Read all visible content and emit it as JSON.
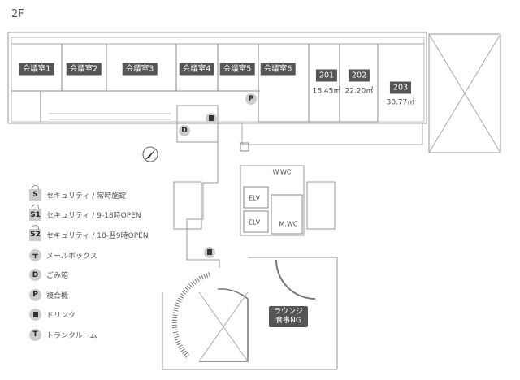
{
  "floor_label": "2F",
  "rooms": {
    "meeting1": "会議室1",
    "meeting2": "会議室2",
    "meeting3": "会議室3",
    "meeting4": "会議室4",
    "meeting5": "会議室5",
    "meeting6": "会議室6",
    "r201": {
      "number": "201",
      "area": "16.45㎡"
    },
    "r202": {
      "number": "202",
      "area": "22.20㎡"
    },
    "r203": {
      "number": "203",
      "area": "30.77㎡"
    },
    "wwc": "W.WC",
    "mwc": "M.WC",
    "elv": "ELV",
    "lounge": {
      "line1": "ラウンジ",
      "line2": "食事NG"
    }
  },
  "markers": {
    "printer": "P",
    "trash": "D"
  },
  "legend": [
    {
      "icon": "S",
      "label": "セキュリティ / 常時施錠"
    },
    {
      "icon": "S1",
      "label": "セキュリティ / 9-18時OPEN"
    },
    {
      "icon": "S2",
      "label": "セキュリティ / 18-翌9時OPEN"
    },
    {
      "icon": "〒",
      "label": "メールボックス"
    },
    {
      "icon": "D",
      "label": "ごみ箱"
    },
    {
      "icon": "P",
      "label": "複合機"
    },
    {
      "icon": "drink-icon",
      "label": "ドリンク"
    },
    {
      "icon": "T",
      "label": "トランクルーム"
    }
  ]
}
